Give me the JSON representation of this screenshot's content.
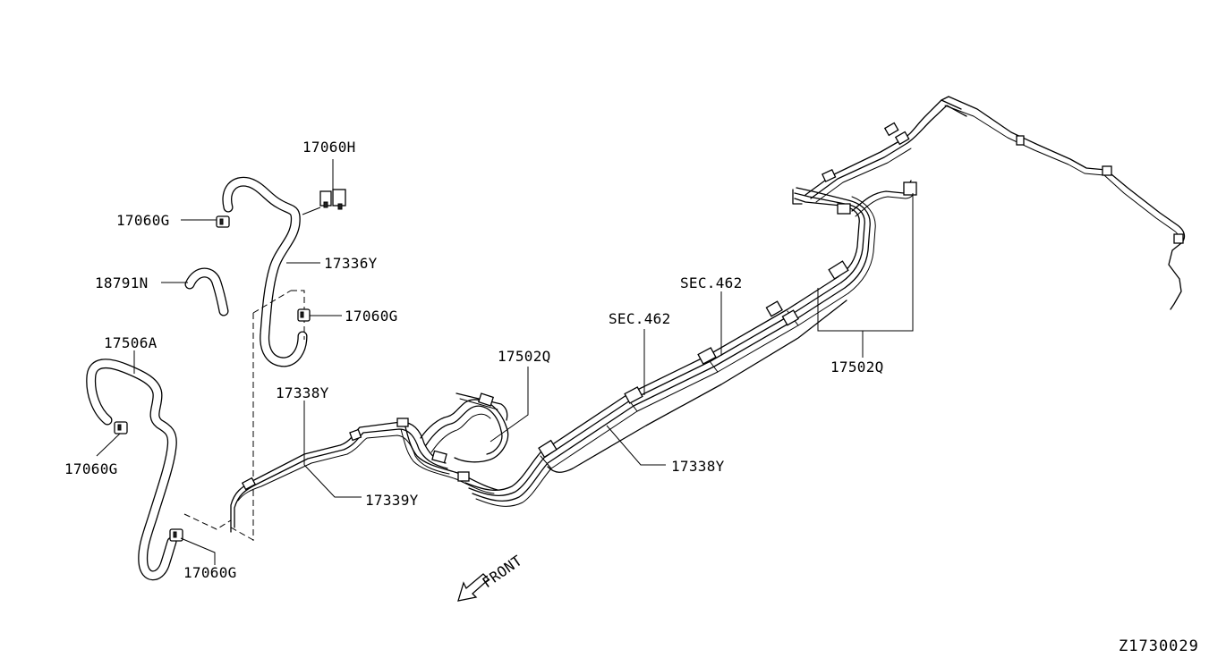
{
  "labels": {
    "p17060H": "17060H",
    "p17060G_top": "17060G",
    "p17336Y": "17336Y",
    "p18791N": "18791N",
    "p17060G_mid": "17060G",
    "p17506A": "17506A",
    "p17060G_left": "17060G",
    "p17060G_bottom": "17060G",
    "p17338Y_upper": "17338Y",
    "p17339Y": "17339Y",
    "p17502Q_center": "17502Q",
    "sec462_left": "SEC.462",
    "sec462_right": "SEC.462",
    "p17502Q_right": "17502Q",
    "p17338Y_lower": "17338Y",
    "front": "FRONT"
  },
  "diagram_code": "Z1730029"
}
